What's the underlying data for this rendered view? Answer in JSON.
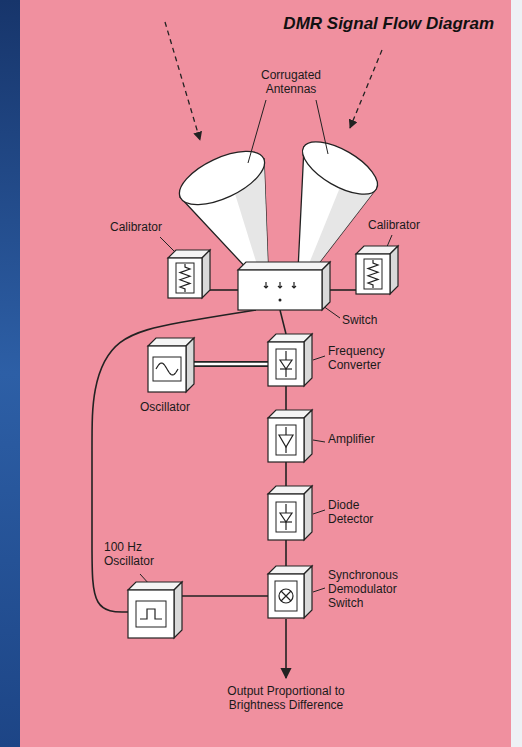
{
  "diagram": {
    "title": "DMR Signal Flow Diagram",
    "nodes": [
      {
        "text": [
          "Calibrator"
        ]
      },
      {
        "text": [
          "Switch"
        ]
      },
      {
        "text": [
          "Calibrator"
        ]
      },
      {
        "text": [
          "Oscillator"
        ]
      },
      {
        "text": [
          "Frequency Converter"
        ]
      },
      {
        "text": [
          "Amplifier"
        ]
      },
      {
        "text": [
          "Diode Detector"
        ]
      },
      {
        "text": [
          "100 Hz Oscillator"
        ]
      },
      {
        "text": [
          "Synchronous Demodulator Switch"
        ]
      }
    ],
    "edges": [
      {
        "from": 0,
        "to": 1,
        "arrow": "none"
      },
      {
        "from": 2,
        "to": 1,
        "arrow": "none"
      },
      {
        "from": 1,
        "to": 4,
        "arrow": "none"
      },
      {
        "from": 3,
        "to": 4,
        "arrow": "none"
      },
      {
        "from": 4,
        "to": 5,
        "arrow": "none"
      },
      {
        "from": 5,
        "to": 6,
        "arrow": "none"
      },
      {
        "from": 6,
        "to": 8,
        "arrow": "none"
      },
      {
        "from": 7,
        "to": 8,
        "arrow": "none"
      },
      {
        "from": 7,
        "to": 1,
        "arrow": "none"
      }
    ],
    "labels": [
      "Corrugated Antennas",
      "Output Proportional to Brightness Difference"
    ]
  }
}
